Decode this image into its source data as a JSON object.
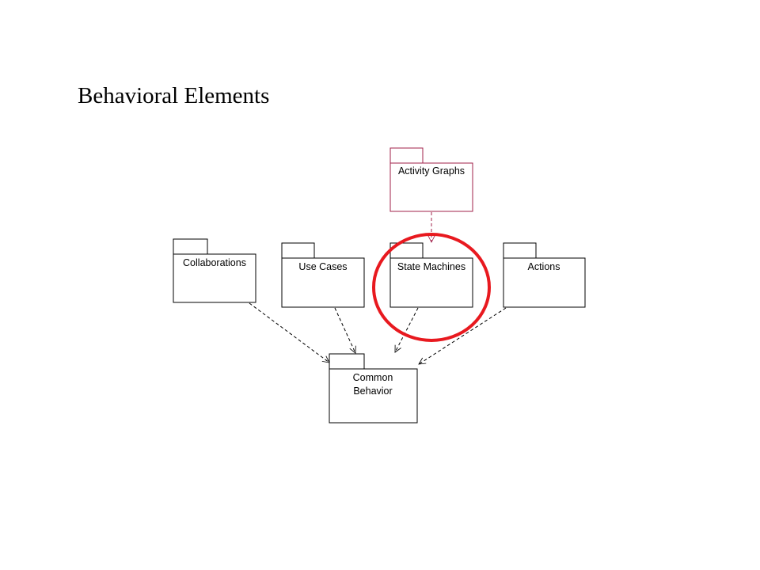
{
  "title": "Behavioral Elements",
  "packages": {
    "activity_graphs": {
      "label": "Activity Graphs",
      "color": "#a0204a"
    },
    "collaborations": {
      "label": "Collaborations"
    },
    "use_cases": {
      "label": "Use Cases"
    },
    "state_machines": {
      "label": "State Machines"
    },
    "actions": {
      "label": "Actions"
    },
    "common_behavior": {
      "line1": "Common",
      "line2": "Behavior"
    }
  },
  "highlight": {
    "color": "#e8191f",
    "target": "State Machines"
  }
}
